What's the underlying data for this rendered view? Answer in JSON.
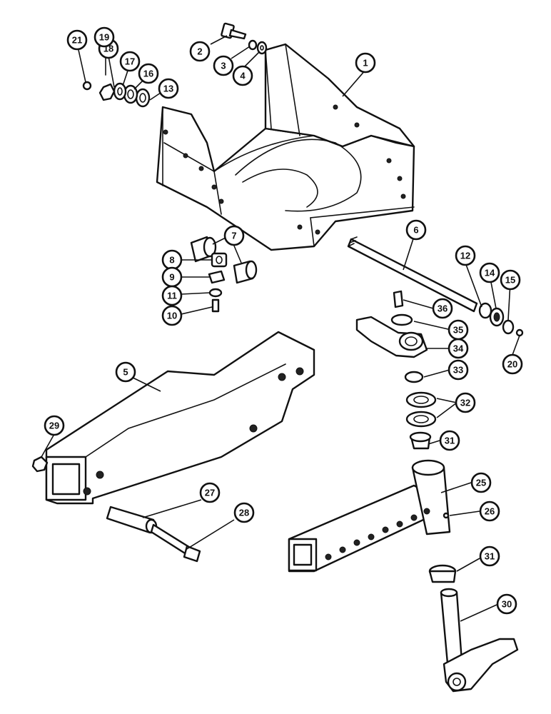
{
  "callouts": [
    {
      "id": "c1",
      "label": "1"
    },
    {
      "id": "c2",
      "label": "2"
    },
    {
      "id": "c3",
      "label": "3"
    },
    {
      "id": "c4",
      "label": "4"
    },
    {
      "id": "c5",
      "label": "5"
    },
    {
      "id": "c6",
      "label": "6"
    },
    {
      "id": "c7",
      "label": "7"
    },
    {
      "id": "c8",
      "label": "8"
    },
    {
      "id": "c9",
      "label": "9"
    },
    {
      "id": "c10",
      "label": "10"
    },
    {
      "id": "c11",
      "label": "11"
    },
    {
      "id": "c12",
      "label": "12"
    },
    {
      "id": "c13",
      "label": "13"
    },
    {
      "id": "c14",
      "label": "14"
    },
    {
      "id": "c15",
      "label": "15"
    },
    {
      "id": "c16",
      "label": "16"
    },
    {
      "id": "c17",
      "label": "17"
    },
    {
      "id": "c18",
      "label": "18"
    },
    {
      "id": "c19",
      "label": "19"
    },
    {
      "id": "c20",
      "label": "20"
    },
    {
      "id": "c21",
      "label": "21"
    },
    {
      "id": "c25",
      "label": "25"
    },
    {
      "id": "c26",
      "label": "26"
    },
    {
      "id": "c27",
      "label": "27"
    },
    {
      "id": "c28",
      "label": "28"
    },
    {
      "id": "c29",
      "label": "29"
    },
    {
      "id": "c30",
      "label": "30"
    },
    {
      "id": "c31a",
      "label": "31"
    },
    {
      "id": "c31b",
      "label": "31"
    },
    {
      "id": "c32",
      "label": "32"
    },
    {
      "id": "c33",
      "label": "33"
    },
    {
      "id": "c34",
      "label": "34"
    },
    {
      "id": "c35",
      "label": "35"
    },
    {
      "id": "c36",
      "label": "36"
    }
  ]
}
